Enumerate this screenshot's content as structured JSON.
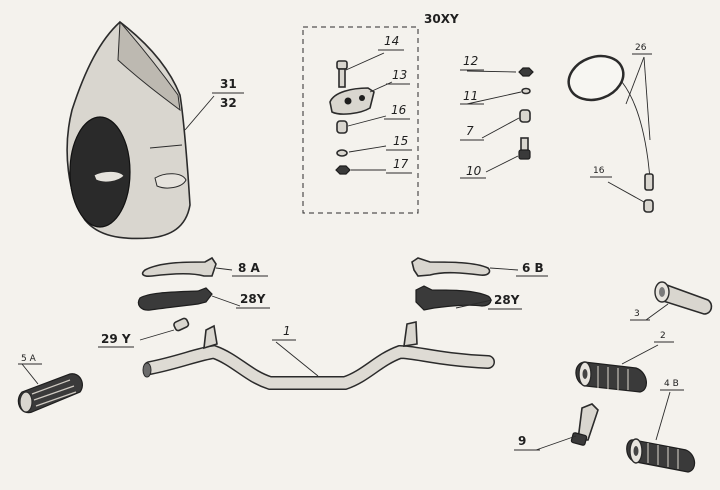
{
  "diagram": {
    "group_label": "30XY",
    "labels": {
      "p31": "31",
      "p32": "32",
      "p14": "14",
      "p13": "13",
      "p16a": "16",
      "p15": "15",
      "p17": "17",
      "p12": "12",
      "p11": "11",
      "p7": "7",
      "p10": "10",
      "p26": "26",
      "p16b": "16",
      "p8A": "8 A",
      "p6B": "6 B",
      "p28Y_left": "28Y",
      "p28Y_right": "28Y",
      "p29Y": "29 Y",
      "p1": "1",
      "p3": "3",
      "p2": "2",
      "p5A": "5 A",
      "p4B": "4 B",
      "p9": "9"
    }
  }
}
